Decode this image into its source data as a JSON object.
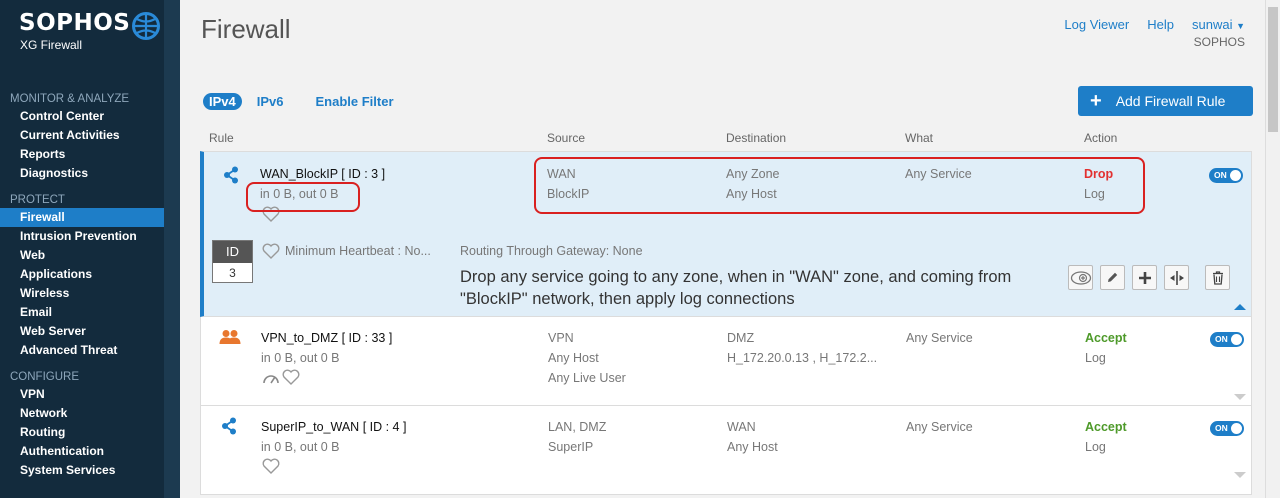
{
  "brand": {
    "name": "SOPHOS",
    "product": "XG Firewall"
  },
  "nav": {
    "sections": [
      {
        "title": "MONITOR & ANALYZE",
        "items": [
          "Control Center",
          "Current Activities",
          "Reports",
          "Diagnostics"
        ]
      },
      {
        "title": "PROTECT",
        "items": [
          "Firewall",
          "Intrusion Prevention",
          "Web",
          "Applications",
          "Wireless",
          "Email",
          "Web Server",
          "Advanced Threat"
        ]
      },
      {
        "title": "CONFIGURE",
        "items": [
          "VPN",
          "Network",
          "Routing",
          "Authentication",
          "System Services"
        ]
      }
    ],
    "active": "Firewall"
  },
  "header": {
    "title": "Firewall",
    "log_viewer": "Log Viewer",
    "help": "Help",
    "user": "sunwai",
    "org": "SOPHOS"
  },
  "tabs": {
    "ipv4": "IPv4",
    "ipv6": "IPv6",
    "filter": "Enable Filter"
  },
  "add_button": "Add Firewall Rule",
  "columns": {
    "rule": "Rule",
    "source": "Source",
    "destination": "Destination",
    "what": "What",
    "action": "Action"
  },
  "rules": [
    {
      "name": "WAN_BlockIP",
      "id_text": "[ ID : 3 ]",
      "traffic": "in 0 B, out 0 B",
      "source1": "WAN",
      "source2": "BlockIP",
      "dest1": "Any Zone",
      "dest2": "Any Host",
      "what": "Any Service",
      "action": "Drop",
      "log": "Log",
      "toggle": "ON",
      "id_label": "ID",
      "id_value": "3",
      "heartbeat": "Minimum Heartbeat : No...",
      "gateway": "Routing Through Gateway: None",
      "description": "Drop any service going to any zone, when in \"WAN\" zone, and coming from \"BlockIP\" network, then apply log connections"
    },
    {
      "name": "VPN_to_DMZ",
      "id_text": "[ ID : 33 ]",
      "traffic": "in 0 B, out 0 B",
      "source1": "VPN",
      "source2": "Any Host",
      "source3": "Any Live User",
      "dest1": "DMZ",
      "dest2": "H_172.20.0.13 , H_172.2...",
      "what": "Any Service",
      "action": "Accept",
      "log": "Log",
      "toggle": "ON"
    },
    {
      "name": "SuperIP_to_WAN",
      "id_text": "[ ID : 4 ]",
      "traffic": "in 0 B, out 0 B",
      "source1": "LAN, DMZ",
      "source2": "SuperIP",
      "dest1": "WAN",
      "dest2": "Any Host",
      "what": "Any Service",
      "action": "Accept",
      "log": "Log",
      "toggle": "ON"
    }
  ],
  "colors": {
    "accent": "#1e7ec8",
    "sidebar": "#132b3d",
    "drop": "#e23030",
    "accept": "#4e9a2a",
    "highlight": "#d92020"
  }
}
